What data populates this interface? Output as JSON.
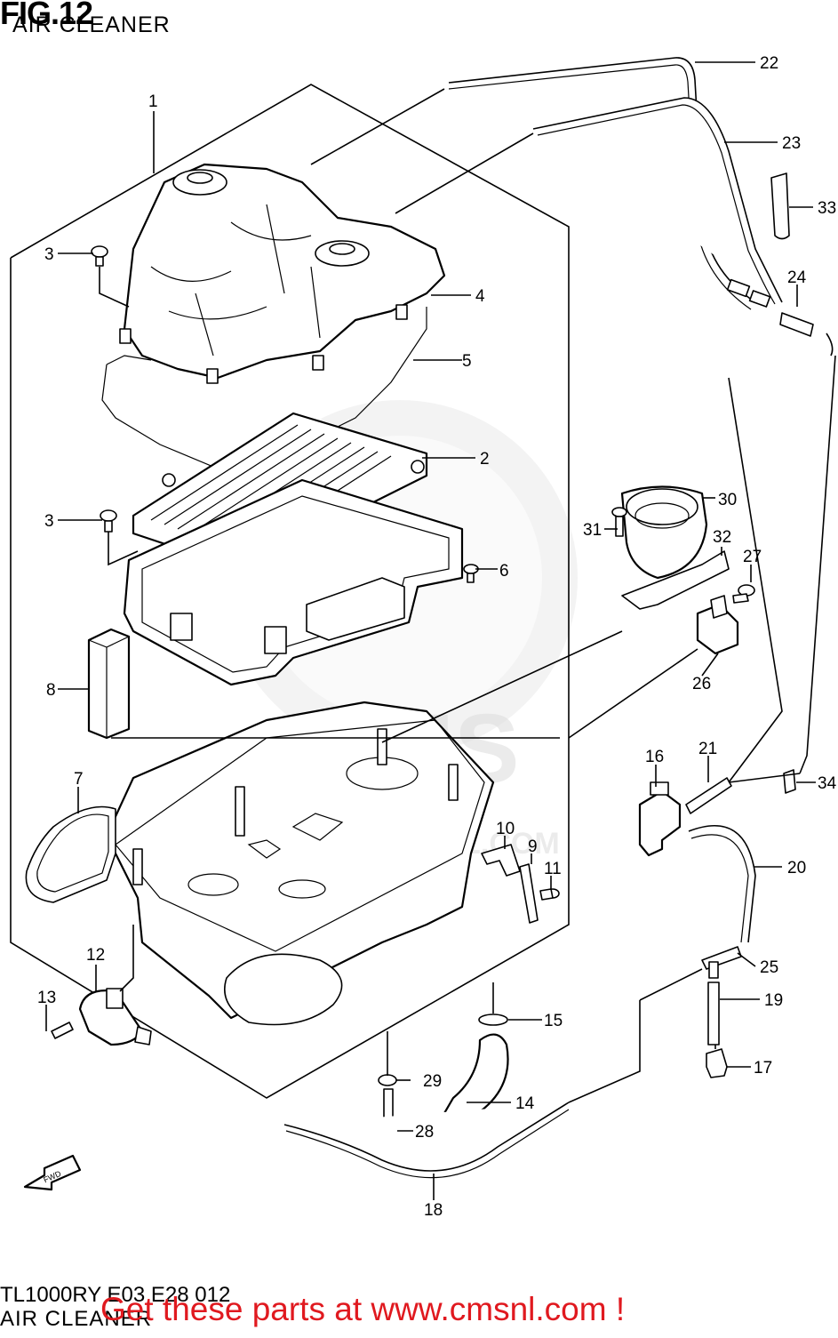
{
  "figure": {
    "number": "FIG.12",
    "title": "AIR CLEANER"
  },
  "footer": {
    "model_code": "TL1000RY E03 E28 012",
    "title": "AIR CLEANER",
    "promo": "Get these parts at www.cmsnl.com !"
  },
  "watermark": {
    "brand": "CMS",
    "domain": "CMSNL.COM"
  },
  "fwd_label": "FWD",
  "callouts": [
    "1",
    "2",
    "3",
    "3",
    "4",
    "5",
    "6",
    "7",
    "8",
    "9",
    "10",
    "11",
    "12",
    "13",
    "14",
    "15",
    "16",
    "17",
    "18",
    "19",
    "20",
    "21",
    "22",
    "23",
    "24",
    "25",
    "26",
    "27",
    "28",
    "29",
    "30",
    "31",
    "32",
    "33",
    "34"
  ]
}
